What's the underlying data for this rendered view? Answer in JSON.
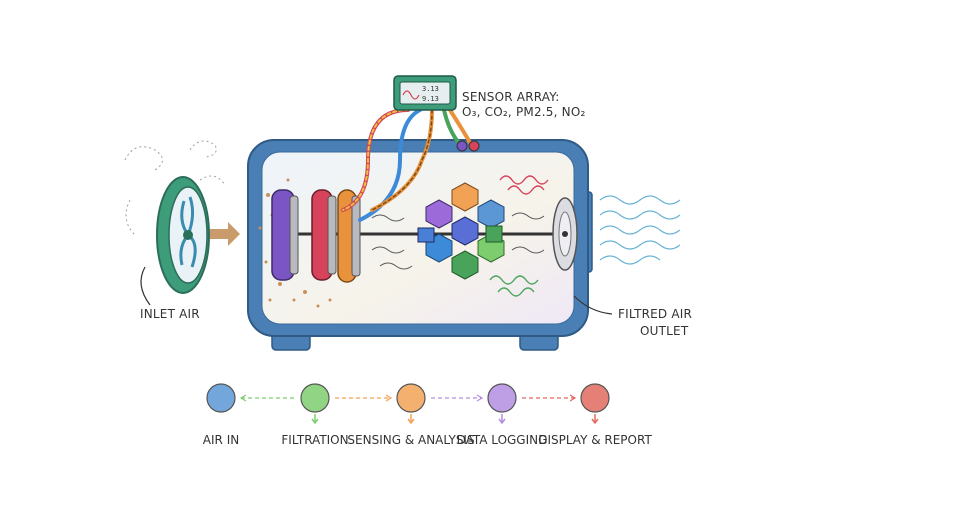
{
  "sensor": {
    "title": "SENSOR ARRAY:",
    "gases": "O₃, CO₂, PM2.5, NO₂",
    "screen_top": "3.13",
    "screen_bottom": "9.13"
  },
  "labels": {
    "inlet": "INLET AIR",
    "outlet_line1": "FILTRED AIR",
    "outlet_line2": "OUTLET"
  },
  "steps": [
    {
      "label": "AIR IN",
      "color": "#5a97d4"
    },
    {
      "label": "FILTRATION",
      "color": "#7dcc6e"
    },
    {
      "label": "SENSING & ANALYSIS",
      "color": "#f2a255"
    },
    {
      "label": "DATA LOGGING",
      "color": "#b38ee0"
    },
    {
      "label": "DISPLAY & REPORT",
      "color": "#e06a5e"
    }
  ],
  "filters": [
    "#7b55c4",
    "#d6435a",
    "#e8923c"
  ],
  "hex_colors": [
    "#f2a255",
    "#d64b4b",
    "#5a6fd6",
    "#3c8ad8",
    "#9c6bd9",
    "#4aa35a",
    "#7dcc6e"
  ],
  "colors": {
    "housing": "#4a7fb5",
    "arrow": "#c99b6a"
  }
}
